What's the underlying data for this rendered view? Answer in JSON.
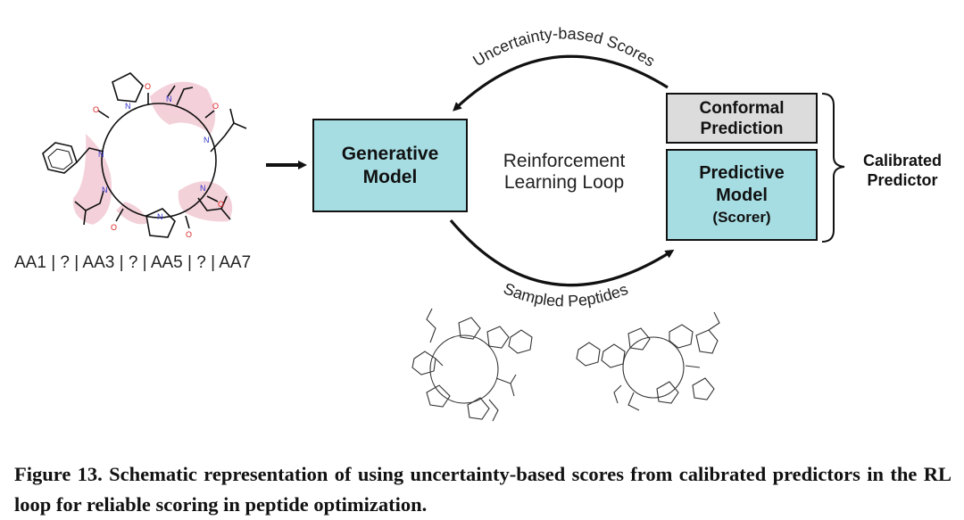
{
  "diagram": {
    "top_arc_label": "Uncertainty-based Scores",
    "bottom_arc_label": "Sampled Peptides",
    "generative_model": [
      "Generative",
      "Model"
    ],
    "rl_loop": [
      "Reinforcement",
      "Learning Loop"
    ],
    "conformal_prediction": [
      "Conformal",
      "Prediction"
    ],
    "predictive_model": [
      "Predictive",
      "Model",
      "(Scorer)"
    ],
    "calibrated_predictor": [
      "Calibrated",
      "Predictor"
    ],
    "sequence_label": "AA1 | ? | AA3 | ? | AA5 | ? | AA7",
    "colors": {
      "box_fill": "#a6dde3",
      "box_stroke": "#111111",
      "conformal_fill": "#dcdcdc",
      "highlight": "#f2c9d3"
    }
  },
  "caption": "Figure 13. Schematic representation of using uncertainty-based scores from calibrated predictors in the RL loop for reliable scoring in peptide optimization."
}
